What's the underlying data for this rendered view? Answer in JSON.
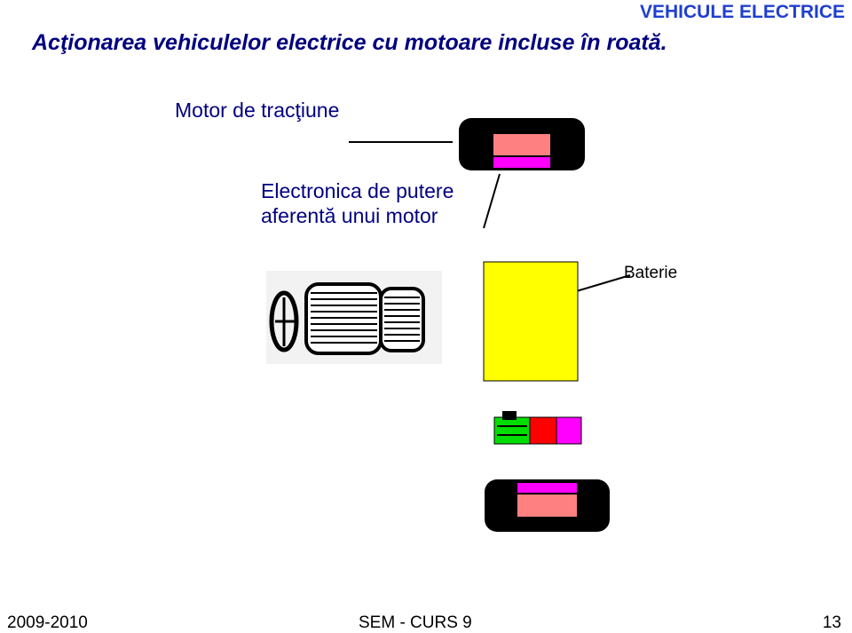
{
  "header": {
    "tag": "VEHICULE ELECTRICE"
  },
  "slide": {
    "title": "Acţionarea vehiculelor electrice cu motoare incluse în roată."
  },
  "labels": {
    "motor": "Motor de tracţiune",
    "electronics": "Electronica de putere aferentă unui motor",
    "battery": "Baterie"
  },
  "footer": {
    "year": "2009-2010",
    "course": "SEM - CURS 9",
    "page": "13"
  },
  "colors": {
    "accent": "#1f3fd0",
    "title": "#000080",
    "battery": "#ffff00",
    "wheel_motor": "#ff8080",
    "wheel_electronics": "#ff00ff",
    "controller_green": "#00dd00",
    "controller_red": "#ff0000"
  }
}
